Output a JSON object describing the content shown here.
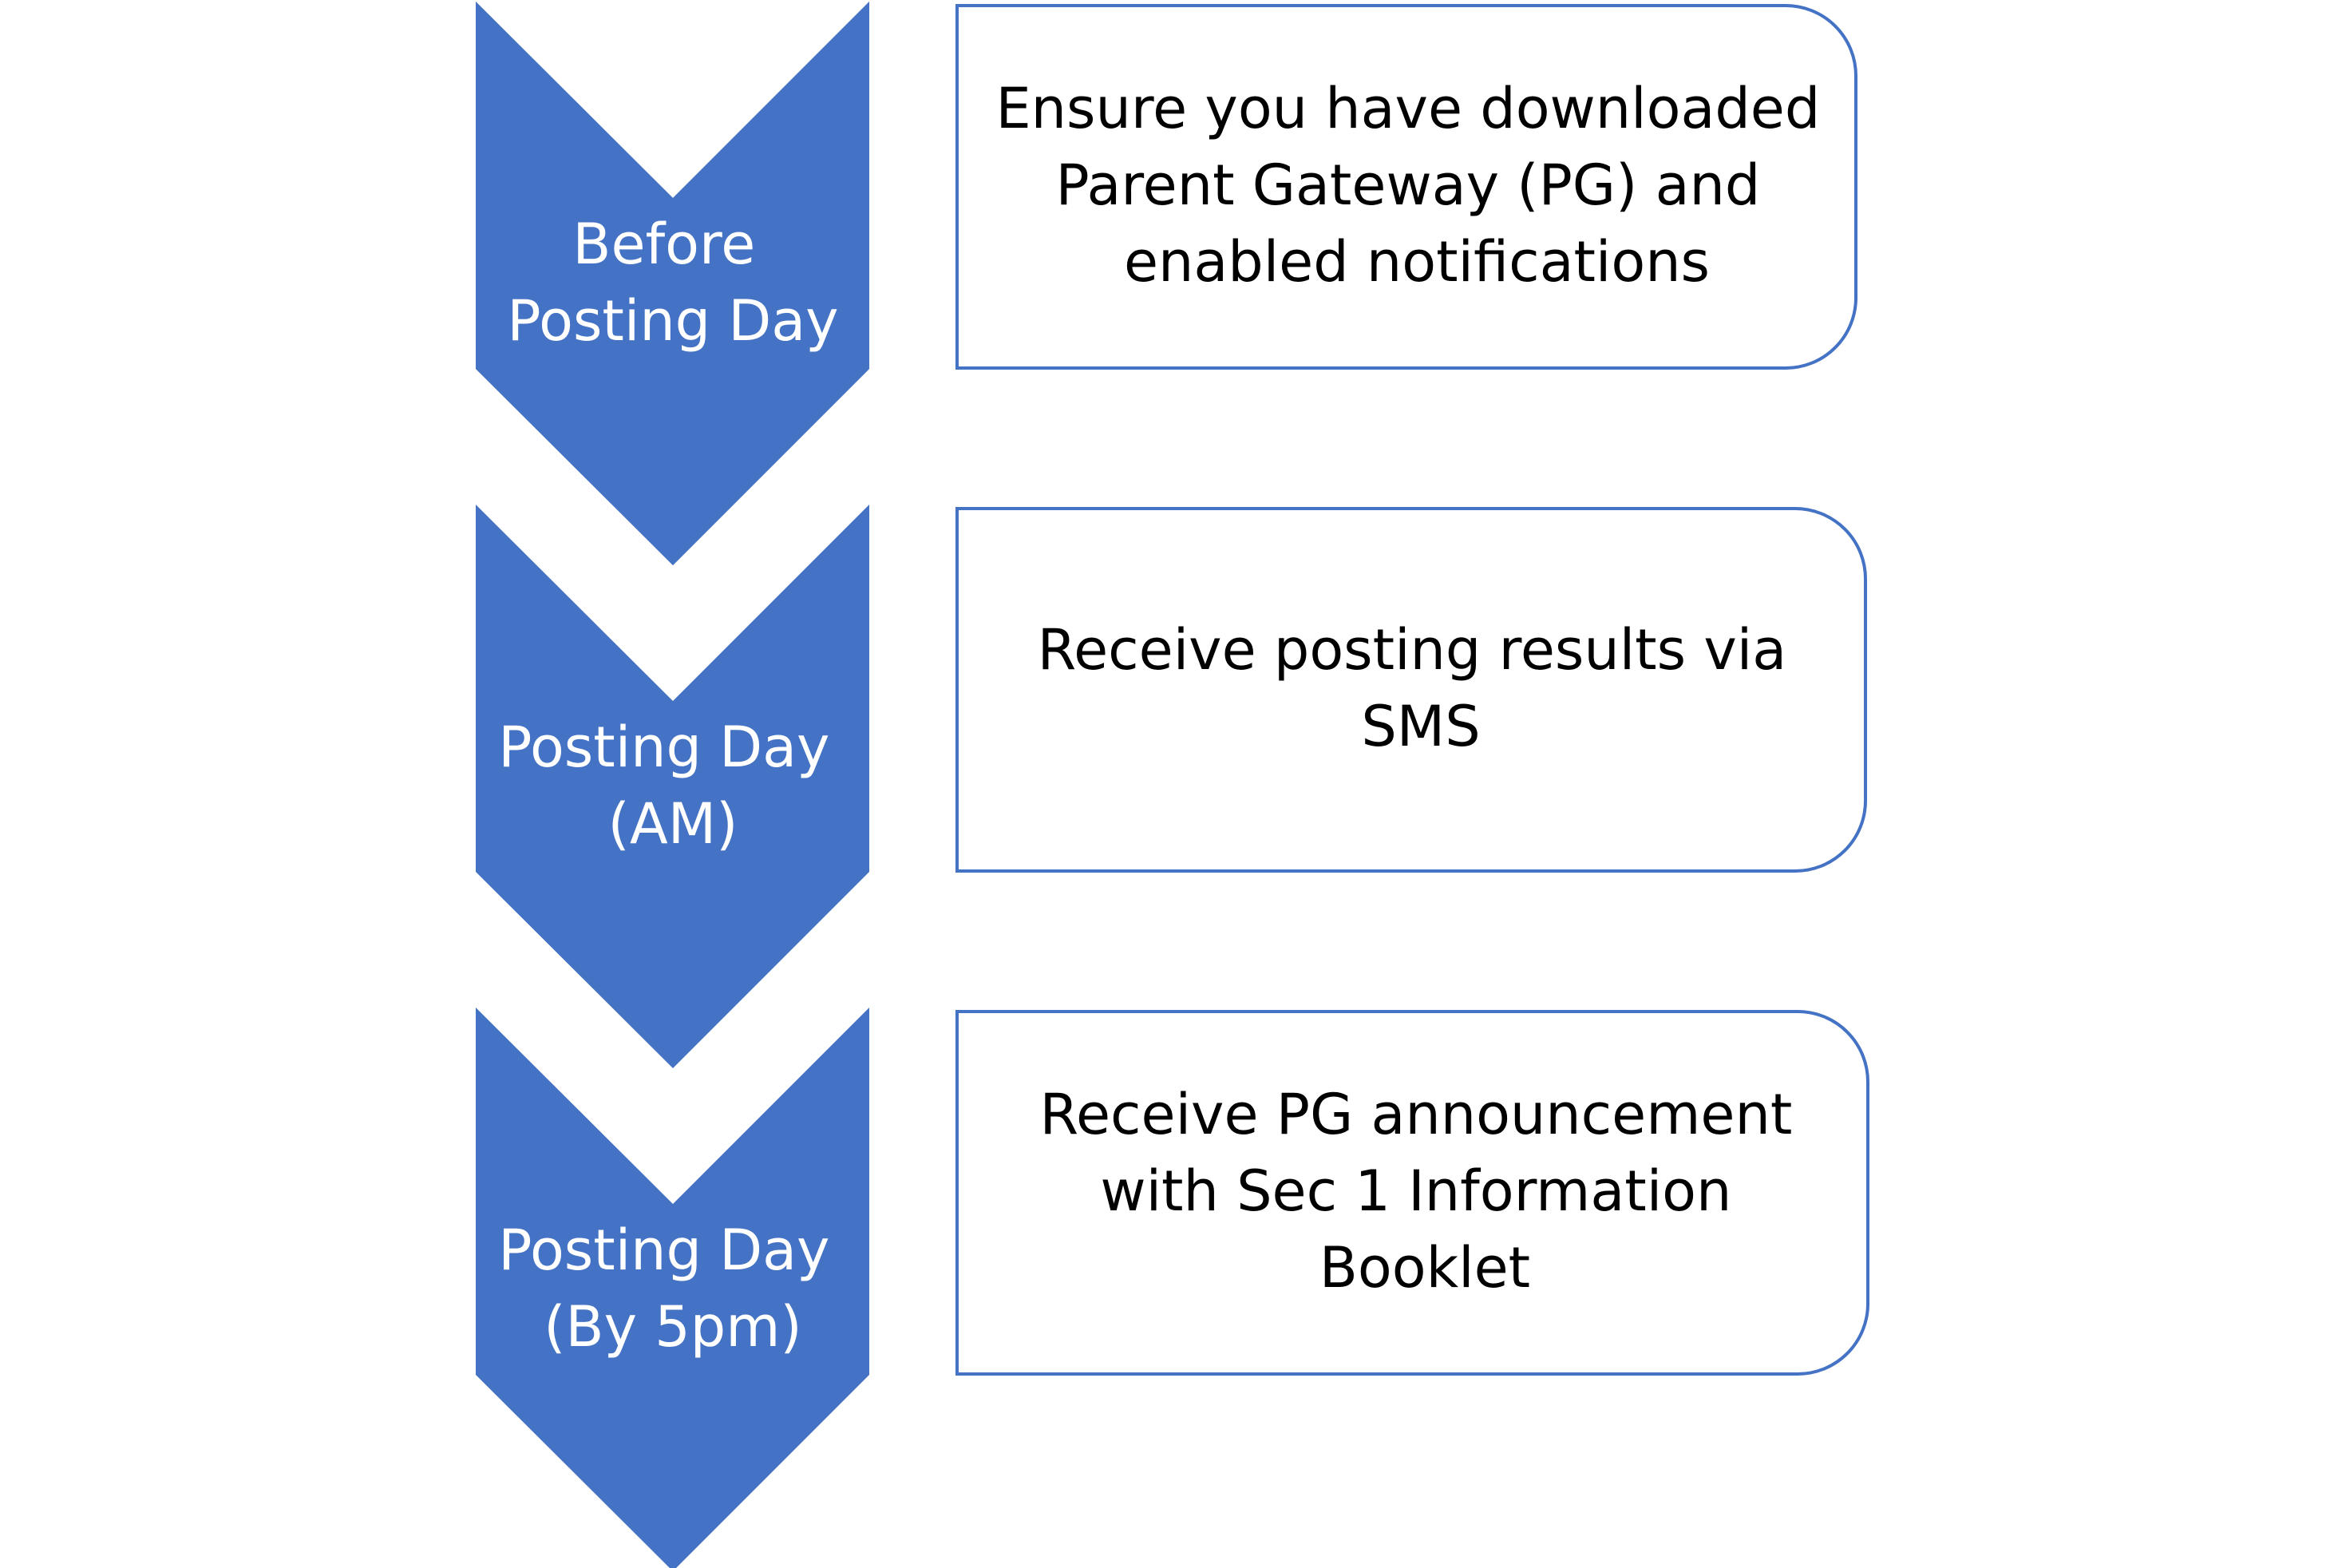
{
  "colors": {
    "chevron_fill": "#4472C4",
    "box_border": "#4472C4",
    "box_fill": "#FFFFFF",
    "label_text": "#FFFFFF",
    "body_text": "#000000"
  },
  "steps": [
    {
      "stage_lines": [
        "Before",
        "Posting Day"
      ],
      "description_lines": [
        "Ensure you have downloaded",
        "Parent Gateway (PG) and",
        "enabled notifications"
      ]
    },
    {
      "stage_lines": [
        "Posting Day",
        "(AM)"
      ],
      "description_lines": [
        "Receive posting results via",
        "SMS"
      ]
    },
    {
      "stage_lines": [
        "Posting Day",
        "(By 5pm)"
      ],
      "description_lines": [
        "Receive PG announcement",
        "with Sec 1 Information",
        "Booklet"
      ]
    }
  ]
}
